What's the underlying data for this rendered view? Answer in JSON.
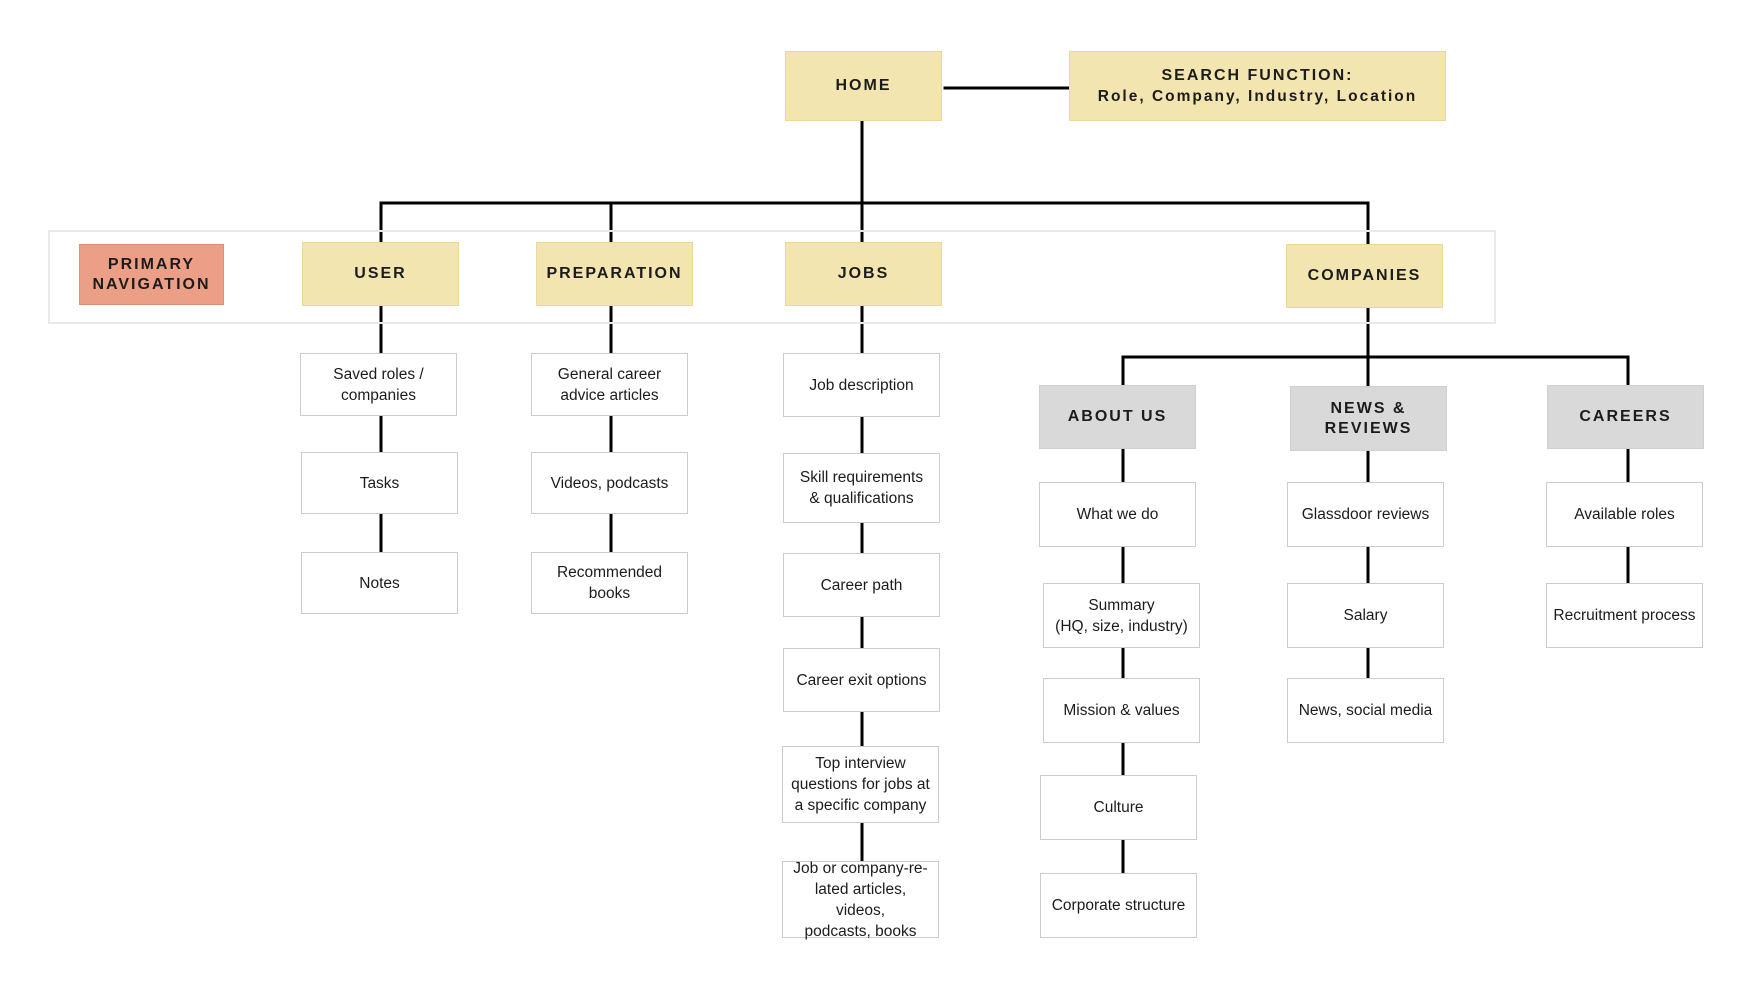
{
  "home": "HOME",
  "search": {
    "title": "SEARCH FUNCTION:",
    "subtitle": "Role, Company, Industry, Location"
  },
  "primary_navigation": "PRIMARY\nNAVIGATION",
  "user": {
    "label": "USER",
    "items": [
      "Saved roles /\ncompanies",
      "Tasks",
      "Notes"
    ]
  },
  "preparation": {
    "label": "PREPARATION",
    "items": [
      "General career\nadvice articles",
      "Videos, podcasts",
      "Recommended\nbooks"
    ]
  },
  "jobs": {
    "label": "JOBS",
    "items": [
      "Job description",
      "Skill requirements\n& qualifications",
      "Career path",
      "Career exit options",
      "Top interview\nquestions for jobs at\na specific company",
      "Job or company-re-\nlated articles, videos,\npodcasts, books"
    ]
  },
  "companies": {
    "label": "COMPANIES",
    "about_us": {
      "label": "ABOUT US",
      "items": [
        "What we do",
        "Summary\n(HQ, size, industry)",
        "Mission & values",
        "Culture",
        "Corporate structure"
      ]
    },
    "news_reviews": {
      "label": "NEWS &\nREVIEWS",
      "items": [
        "Glassdoor reviews",
        "Salary",
        "News, social media"
      ]
    },
    "careers": {
      "label": "CAREERS",
      "items": [
        "Available roles",
        "Recruitment process"
      ]
    }
  },
  "colors": {
    "primary_fill": "#f3e5b0",
    "secondary_fill": "#d9d9d9",
    "nav_label_fill": "#eb9f87",
    "connector": "#000000"
  }
}
